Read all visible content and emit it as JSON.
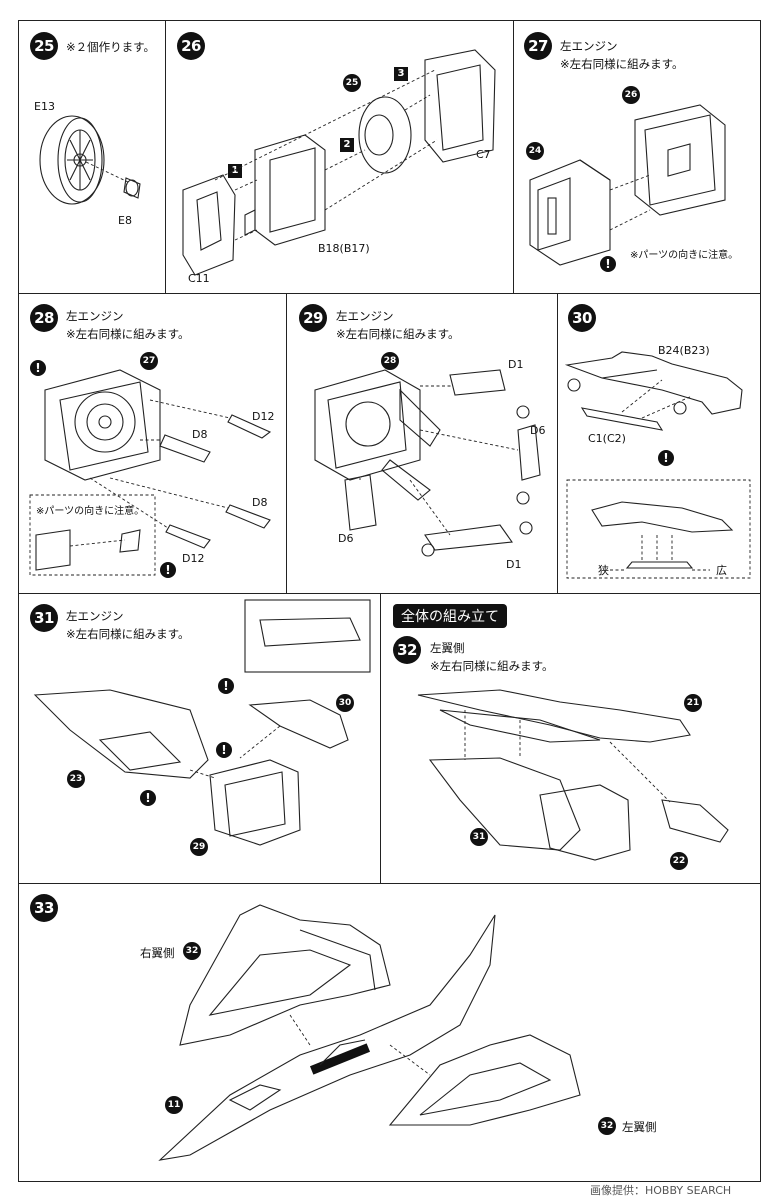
{
  "steps": {
    "s25": {
      "num": "25",
      "note": "※２個作ります。",
      "parts": [
        "E13",
        "E8"
      ]
    },
    "s26": {
      "num": "26",
      "parts": [
        "C11",
        "B18(B17)",
        "C7"
      ],
      "badge": "25",
      "order": [
        "1",
        "2",
        "3"
      ]
    },
    "s27": {
      "num": "27",
      "title": "左エンジン",
      "note": "※左右同様に組みます。",
      "caution": "※パーツの向きに注意。",
      "badges": [
        "24",
        "26"
      ]
    },
    "s28": {
      "num": "28",
      "title": "左エンジン",
      "note": "※左右同様に組みます。",
      "caution": "※パーツの向きに注意。",
      "badge": "27",
      "parts": [
        "D12",
        "D8",
        "D8",
        "D12"
      ]
    },
    "s29": {
      "num": "29",
      "title": "左エンジン",
      "note": "※左右同様に組みます。",
      "badge": "28",
      "parts": [
        "D1",
        "D6",
        "D6",
        "D1"
      ]
    },
    "s30": {
      "num": "30",
      "parts": [
        "B24(B23)",
        "C1(C2)"
      ],
      "narrow": "狭",
      "wide": "広"
    },
    "s31": {
      "num": "31",
      "title": "左エンジン",
      "note": "※左右同様に組みます。",
      "badges": [
        "30",
        "23",
        "29"
      ]
    },
    "section": {
      "title": "全体の組み立て"
    },
    "s32": {
      "num": "32",
      "title": "左翼側",
      "note": "※左右同様に組みます。",
      "badges": [
        "21",
        "31",
        "22"
      ]
    },
    "s33": {
      "num": "33",
      "right_wing": "右翼側",
      "left_wing": "左翼側",
      "badges": [
        "32",
        "11",
        "32"
      ]
    }
  },
  "warn_symbol": "!",
  "watermark": "画像提供：HOBBY SEARCH"
}
